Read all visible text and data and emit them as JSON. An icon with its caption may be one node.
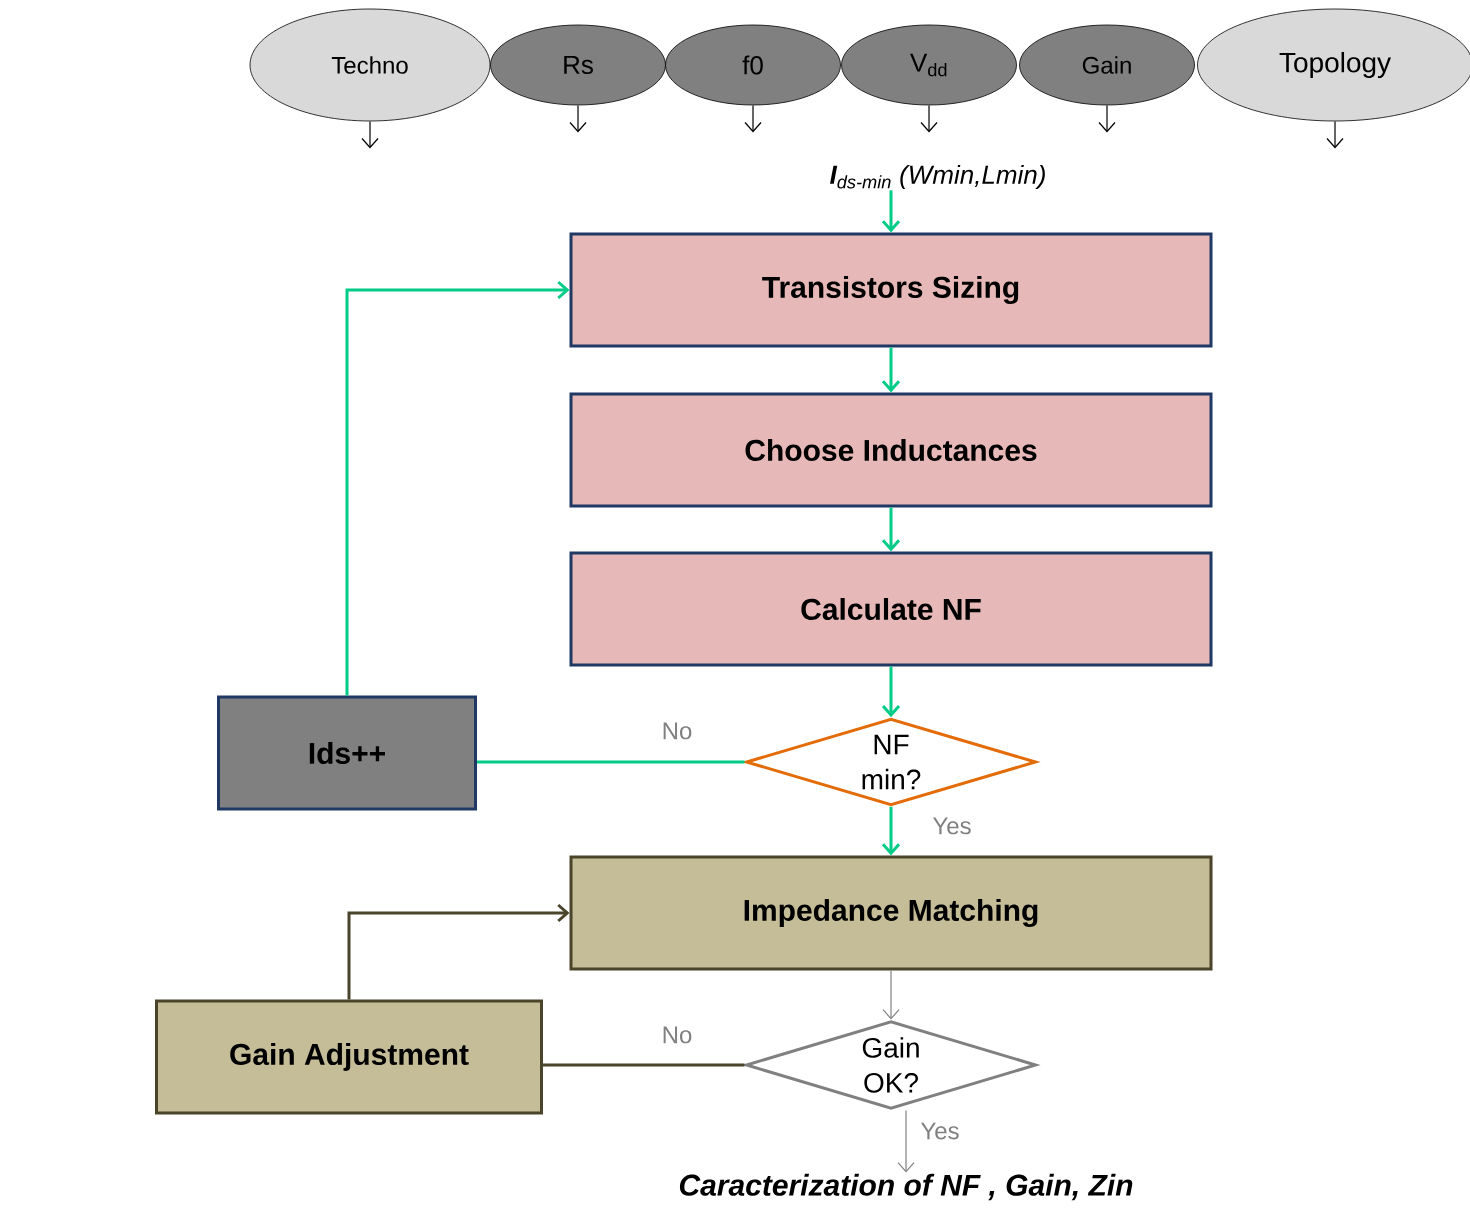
{
  "diagram": {
    "nodes": [
      {
        "text": [
          "Techno"
        ]
      },
      {
        "text": [
          "Rs"
        ]
      },
      {
        "text": [
          "f0"
        ]
      },
      {
        "text": [
          "V$_{dd}$"
        ]
      },
      {
        "text": [
          "Gain"
        ]
      },
      {
        "text": [
          "Topology"
        ]
      },
      {
        "text": [
          "**I**$_{ds-min}$ (Wmin,Lmin)"
        ]
      },
      {
        "text": [
          "Transistors Sizing"
        ]
      },
      {
        "text": [
          "Choose Inductances"
        ]
      },
      {
        "text": [
          "Calculate NF"
        ]
      },
      {
        "text": [
          "NF min?"
        ]
      },
      {
        "text": [
          "Ids++"
        ]
      },
      {
        "text": [
          "Impedance Matching"
        ]
      },
      {
        "text": [
          "Gain OK?"
        ]
      },
      {
        "text": [
          "Gain Adjustment"
        ]
      },
      {
        "text": [
          "Caracterization of NF , Gain, Zin"
        ]
      }
    ],
    "edges": [
      {
        "from": 0,
        "to": null,
        "arrow": "to",
        "color": "#000000"
      },
      {
        "from": 1,
        "to": null,
        "arrow": "to",
        "color": "#000000"
      },
      {
        "from": 2,
        "to": null,
        "arrow": "to",
        "color": "#000000"
      },
      {
        "from": 3,
        "to": null,
        "arrow": "to",
        "color": "#000000"
      },
      {
        "from": 4,
        "to": null,
        "arrow": "to",
        "color": "#000000"
      },
      {
        "from": 5,
        "to": null,
        "arrow": "to",
        "color": "#000000"
      },
      {
        "from": 6,
        "to": 7,
        "arrow": "to"
      },
      {
        "from": 7,
        "to": 8,
        "arrow": "to"
      },
      {
        "from": 8,
        "to": 9,
        "arrow": "to"
      },
      {
        "from": 9,
        "to": 10,
        "arrow": "to"
      },
      {
        "from": 10,
        "to": 11,
        "arrow": "none",
        "label": "No"
      },
      {
        "from": 11,
        "to": 7,
        "arrow": "to"
      },
      {
        "from": 10,
        "to": 12,
        "arrow": "to",
        "label": "Yes"
      },
      {
        "from": 12,
        "to": 13,
        "arrow": "to",
        "color": "#808080"
      },
      {
        "from": 13,
        "to": 14,
        "arrow": "none",
        "label": "No",
        "color": "#4a442a"
      },
      {
        "from": 14,
        "to": 12,
        "arrow": "to",
        "color": "#4a442a"
      },
      {
        "from": 13,
        "to": 15,
        "arrow": "to",
        "label": "Yes",
        "color": "#808080"
      }
    ]
  }
}
